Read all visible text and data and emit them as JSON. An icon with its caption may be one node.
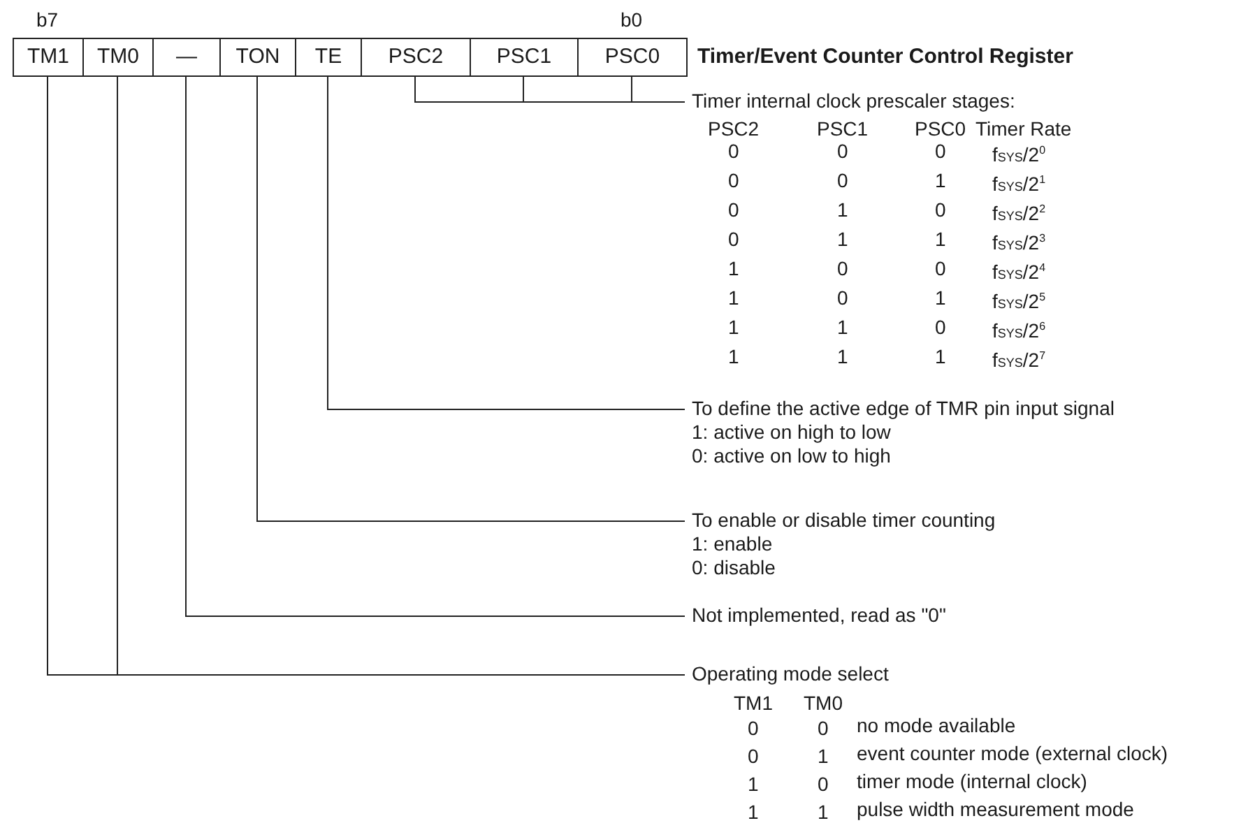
{
  "diagram": {
    "title": "Timer/Event Counter Control Register",
    "nodes": [
      {
        "text": [
          "TM1"
        ]
      },
      {
        "text": [
          "TM0"
        ]
      },
      {
        "text": [
          "—"
        ]
      },
      {
        "text": [
          "TON"
        ]
      },
      {
        "text": [
          "TE"
        ]
      },
      {
        "text": [
          "PSC2"
        ]
      },
      {
        "text": [
          "PSC1"
        ]
      },
      {
        "text": [
          "PSC0"
        ]
      },
      {
        "text": [
          "Timer internal clock prescaler stages:"
        ]
      },
      {
        "text": [
          "To define the active edge of TMR pin input signal",
          "1: active on high to low",
          "0: active on low to high"
        ]
      },
      {
        "text": [
          "To enable or disable timer counting",
          "1: enable",
          "0: disable"
        ]
      },
      {
        "text": [
          "Not implemented, read as \"0\""
        ]
      },
      {
        "text": [
          "Operating mode select"
        ]
      }
    ],
    "edges": [
      {
        "from": 5,
        "to": 8,
        "arrow": "none"
      },
      {
        "from": 6,
        "to": 8,
        "arrow": "none"
      },
      {
        "from": 7,
        "to": 8,
        "arrow": "none"
      },
      {
        "from": 4,
        "to": 9,
        "arrow": "none"
      },
      {
        "from": 3,
        "to": 10,
        "arrow": "none"
      },
      {
        "from": 2,
        "to": 11,
        "arrow": "none"
      },
      {
        "from": 0,
        "to": 12,
        "arrow": "none"
      },
      {
        "from": 1,
        "to": 12,
        "arrow": "none"
      }
    ],
    "labels": [
      "b7",
      "b0",
      "PSC2",
      "PSC1",
      "PSC0",
      "Timer Rate",
      "0",
      "0",
      "0",
      "f$_{SYS}$/2$^{0}$",
      "0",
      "0",
      "1",
      "f$_{SYS}$/2$^{1}$",
      "0",
      "1",
      "0",
      "f$_{SYS}$/2$^{2}$",
      "0",
      "1",
      "1",
      "f$_{SYS}$/2$^{3}$",
      "1",
      "0",
      "0",
      "f$_{SYS}$/2$^{4}$",
      "1",
      "0",
      "1",
      "f$_{SYS}$/2$^{5}$",
      "1",
      "1",
      "0",
      "f$_{SYS}$/2$^{6}$",
      "1",
      "1",
      "1",
      "f$_{SYS}$/2$^{7}$",
      "TM1",
      "TM0",
      "0",
      "0",
      "no mode available",
      "0",
      "1",
      "event counter mode (external clock)",
      "1",
      "0",
      "timer mode (internal clock)",
      "1",
      "1",
      "pulse width measurement mode"
    ]
  }
}
